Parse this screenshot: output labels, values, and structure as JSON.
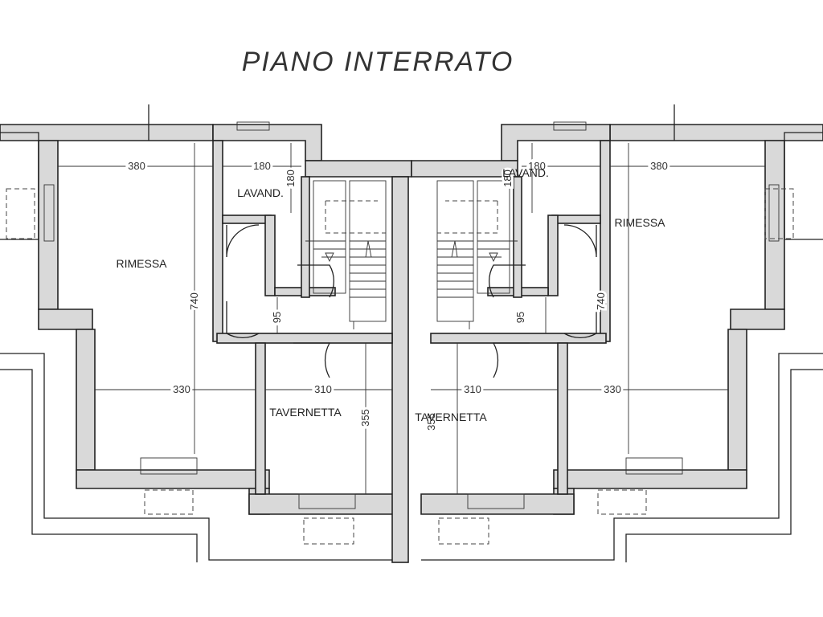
{
  "title": "PIANO INTERRATO",
  "rooms": {
    "rimessa_left": "RIMESSA",
    "rimessa_right": "RIMESSA",
    "lavand_left": "LAVAND.",
    "lavand_right": "LAVAND.",
    "tavernetta_left": "TAVERNETTA",
    "tavernetta_right": "TAVERNETTA"
  },
  "dimensions": {
    "left_380": "380",
    "left_180": "180",
    "left_180_v": "180",
    "left_740": "740",
    "left_95": "95",
    "left_330": "330",
    "left_310": "310",
    "left_355": "355",
    "right_380": "380",
    "right_180": "180",
    "right_180_v": "180",
    "right_740": "740",
    "right_95": "95",
    "right_330": "330",
    "right_310": "310",
    "right_355": "355"
  }
}
